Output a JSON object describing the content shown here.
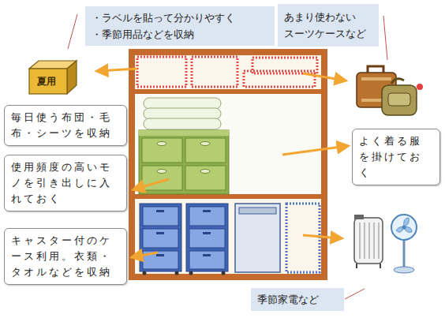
{
  "diagram": {
    "nodes": [
      {
        "text": [
          "・ラベルを貼って分かりやすく",
          "・季節用品などを収納"
        ]
      },
      {
        "text": [
          "あまり使わない スーツケースなど"
        ]
      },
      {
        "text": [
          "夏用"
        ]
      },
      {
        "text": [
          "毎日使う布団・毛布・シーツを収納"
        ]
      },
      {
        "text": [
          "よく着る服を掛けておく"
        ]
      },
      {
        "text": [
          "使用頻度の高いモノを引き出しに入れておく"
        ]
      },
      {
        "text": [
          "キャスター付のケース利用。衣類・タオルなどを収納"
        ]
      },
      {
        "text": [
          "季節家電など"
        ]
      }
    ]
  }
}
